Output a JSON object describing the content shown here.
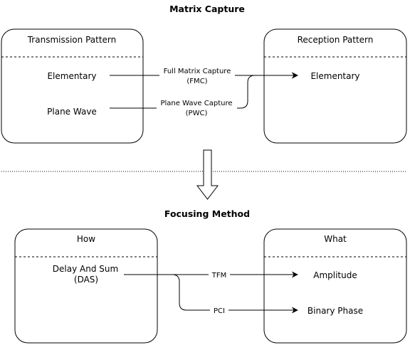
{
  "capture": {
    "title": "Matrix Capture",
    "transmission": {
      "header": "Transmission Pattern",
      "items": [
        "Elementary",
        "Plane Wave"
      ]
    },
    "reception": {
      "header": "Reception Pattern",
      "items": [
        "Elementary"
      ]
    },
    "edges": [
      {
        "line1": "Full Matrix Capture",
        "line2": "(FMC)"
      },
      {
        "line1": "Plane Wave Capture",
        "line2": "(PWC)"
      }
    ]
  },
  "focusing": {
    "title": "Focusing Method",
    "how": {
      "header": "How",
      "item_line1": "Delay And Sum",
      "item_line2": "(DAS)"
    },
    "what": {
      "header": "What",
      "items": [
        "Amplitude",
        "Binary Phase"
      ]
    },
    "edges": [
      {
        "label": "TFM"
      },
      {
        "label": "PCI"
      }
    ]
  },
  "colors": {
    "stroke": "#000000",
    "background": "#ffffff"
  }
}
